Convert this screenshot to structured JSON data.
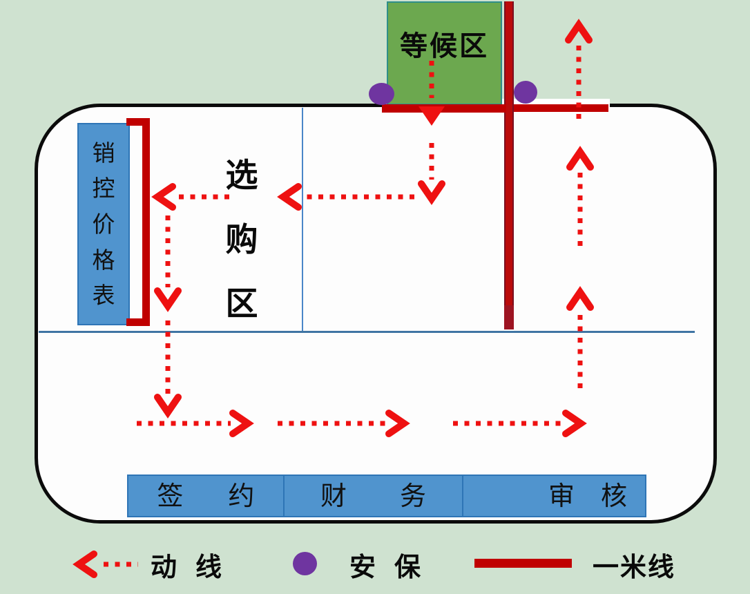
{
  "diagram": {
    "waiting_area": {
      "label": "等候区"
    },
    "selection_area": {
      "chars": [
        "选",
        "购",
        "区"
      ]
    },
    "price_board": {
      "chars": [
        "销",
        "控",
        "价",
        "格",
        "表"
      ]
    },
    "counters": [
      {
        "name": "signing",
        "chars": [
          "签",
          "约"
        ]
      },
      {
        "name": "finance",
        "chars": [
          "财",
          "务"
        ]
      },
      {
        "name": "audit",
        "chars": [
          "审",
          "核"
        ]
      }
    ]
  },
  "legend": [
    {
      "symbol": "dotted-arrow-icon",
      "label_chars": [
        "动",
        "线"
      ]
    },
    {
      "symbol": "security-dot-icon",
      "label_chars": [
        "安",
        "保"
      ]
    },
    {
      "symbol": "one-meter-line-icon",
      "label": "一米线"
    }
  ],
  "colors": {
    "background": "#cfe2d0",
    "floor": "#fdfdfd",
    "outline_black": "#0b0b0b",
    "waiting_green": "#6ca84f",
    "waiting_border_teal": "#2f8e89",
    "counter_blue": "#5094ce",
    "counter_border_blue": "#2e75b6",
    "layout_line_blue": "#4a86c8",
    "one_meter_red": "#c00000",
    "flow_arrow_red": "#ee1111",
    "security_purple": "#6f35a0"
  }
}
